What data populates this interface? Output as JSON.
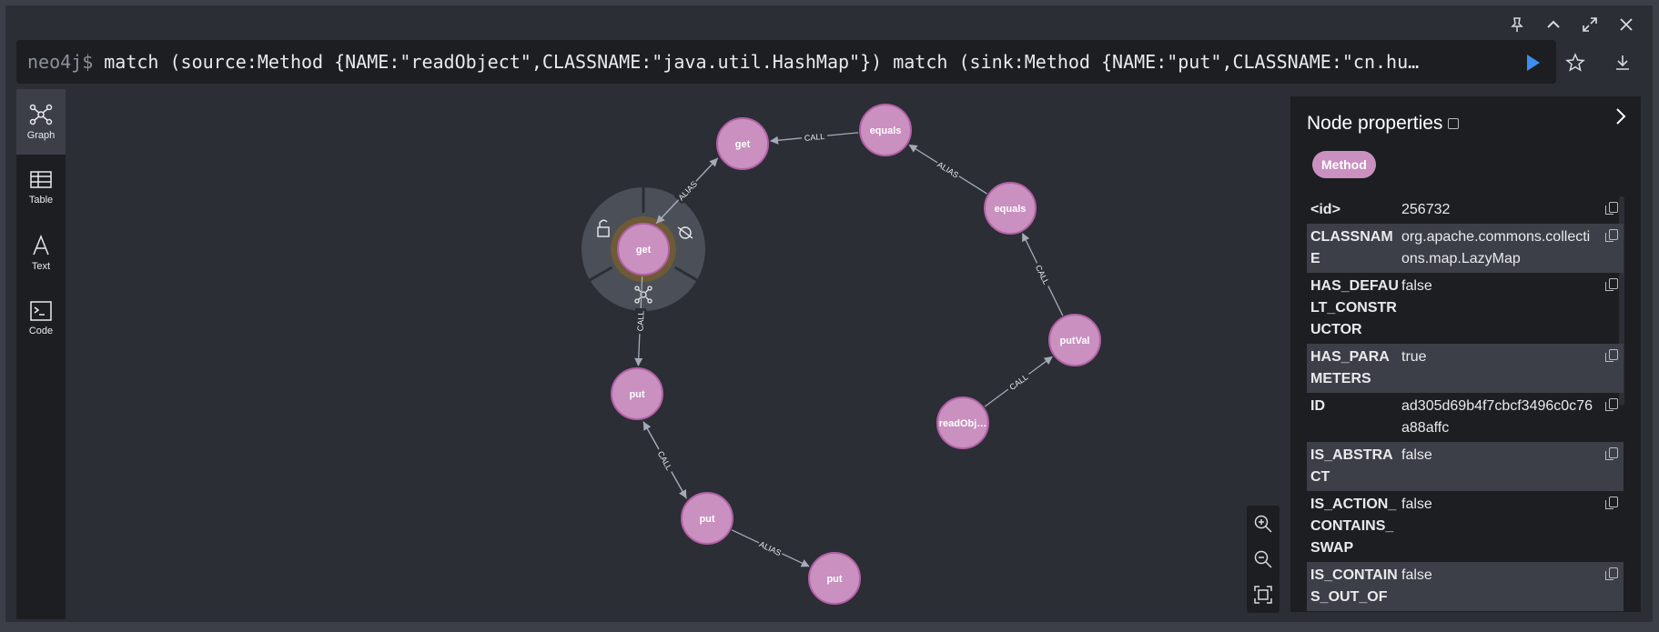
{
  "window": {
    "controls": [
      "pin-icon",
      "chevron-up-icon",
      "expand-icon",
      "close-icon"
    ]
  },
  "query": {
    "prompt": "neo4j$",
    "text": "match (source:Method {NAME:\"readObject\",CLASSNAME:\"java.util.HashMap\"}) match (sink:Method {NAME:\"put\",CLASSNAME:\"cn.hu…"
  },
  "sidebar": {
    "items": [
      {
        "label": "Graph",
        "icon": "graph-icon",
        "active": true
      },
      {
        "label": "Table",
        "icon": "table-icon",
        "active": false
      },
      {
        "label": "Text",
        "icon": "text-icon",
        "active": false
      },
      {
        "label": "Code",
        "icon": "code-icon",
        "active": false
      }
    ]
  },
  "graph": {
    "nodes": [
      {
        "id": "n1",
        "label": "get",
        "selected": false
      },
      {
        "id": "n2",
        "label": "equals",
        "selected": false
      },
      {
        "id": "n3",
        "label": "equals",
        "selected": false
      },
      {
        "id": "n4",
        "label": "get",
        "selected": true
      },
      {
        "id": "n5",
        "label": "putVal",
        "selected": false
      },
      {
        "id": "n6",
        "label": "readObj…",
        "selected": false
      },
      {
        "id": "n7",
        "label": "put",
        "selected": false
      },
      {
        "id": "n8",
        "label": "put",
        "selected": false
      },
      {
        "id": "n9",
        "label": "put",
        "selected": false
      }
    ],
    "edges": [
      {
        "from": "n2",
        "to": "n1",
        "label": "CALL"
      },
      {
        "from": "n3",
        "to": "n2",
        "label": "ALIAS"
      },
      {
        "from": "n5",
        "to": "n3",
        "label": "CALL"
      },
      {
        "from": "n6",
        "to": "n5",
        "label": "CALL"
      },
      {
        "from": "n4",
        "to": "n1",
        "label": "CALL"
      },
      {
        "from": "n1",
        "to": "n4",
        "label": "ALIAS"
      },
      {
        "from": "n4",
        "to": "n7",
        "label": "CALL"
      },
      {
        "from": "n7",
        "to": "n8",
        "label": "ALIAS"
      },
      {
        "from": "n8",
        "to": "n7",
        "label": "CALL"
      },
      {
        "from": "n8",
        "to": "n9",
        "label": "ALIAS"
      }
    ]
  },
  "properties": {
    "title": "Node properties",
    "label": "Method",
    "rows": [
      {
        "key": "<id>",
        "value": "256732"
      },
      {
        "key": "CLASSNAME",
        "value": "org.apache.commons.collections.map.LazyMap"
      },
      {
        "key": "HAS_DEFAULT_CONSTRUCTOR",
        "value": "false"
      },
      {
        "key": "HAS_PARAMETERS",
        "value": "true"
      },
      {
        "key": "ID",
        "value": "ad305d69b4f7cbcf3496c0c76a88affc"
      },
      {
        "key": "IS_ABSTRACT",
        "value": "false"
      },
      {
        "key": "IS_ACTION_CONTAINS_SWAP",
        "value": "false"
      },
      {
        "key": "IS_CONTAINS_OUT_OF",
        "value": "false"
      }
    ]
  },
  "colors": {
    "node_fill": "#c990c0",
    "node_stroke": "#b261a5",
    "edge": "#a5abb6",
    "ring": "#4b4f57"
  }
}
